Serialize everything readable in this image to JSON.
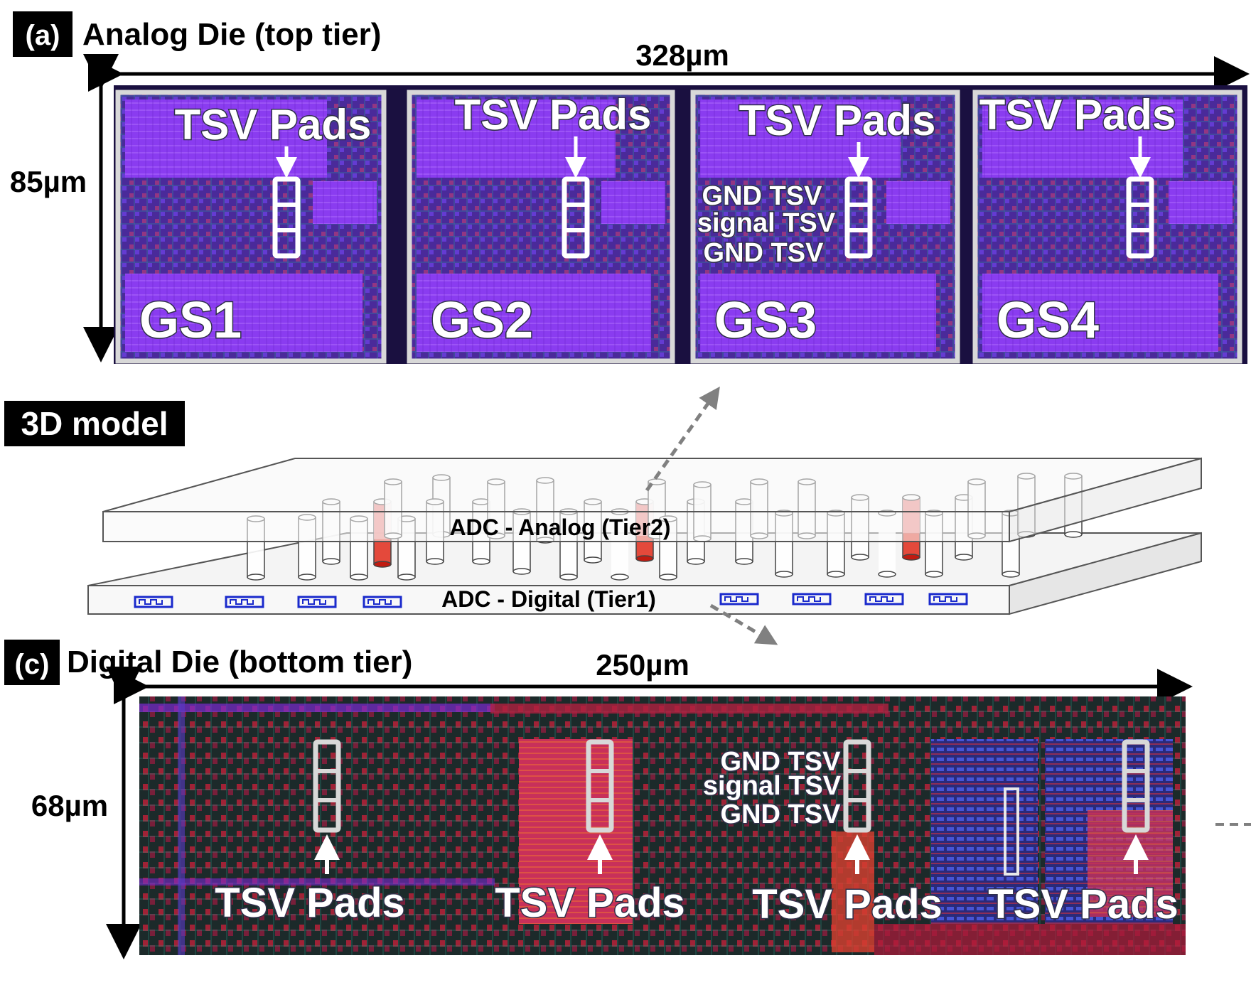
{
  "colors": {
    "analog_bg": "#5a2ea8",
    "analog_metal": "#8a3cf0",
    "digital_bg": "#1c2a2a",
    "digital_red": "#c0203a",
    "digital_blue": "#3a4cd0",
    "tsv_red": "#e02a1a",
    "tag_bg": "#000000",
    "arrow_gray": "#808080"
  },
  "panel_a": {
    "tag": "(a)",
    "title": "Analog Die (top tier)",
    "width_label": "328µm",
    "height_label": "85µm",
    "blocks": [
      {
        "name": "GS1",
        "pads_label": "TSV Pads"
      },
      {
        "name": "GS2",
        "pads_label": "TSV Pads"
      },
      {
        "name": "GS3",
        "pads_label": "TSV Pads"
      },
      {
        "name": "GS4",
        "pads_label": "TSV Pads"
      }
    ],
    "tsv_labels": [
      "GND TSV",
      "signal TSV",
      "GND TSV"
    ]
  },
  "panel_b": {
    "tag": "3D model",
    "top_tier_label": "ADC - Analog (Tier2)",
    "bottom_tier_label": "ADC - Digital (Tier1)"
  },
  "panel_c": {
    "tag": "(c)",
    "title": "Digital Die (bottom tier)",
    "width_label": "250µm",
    "height_label": "68µm",
    "pads_labels": [
      "TSV Pads",
      "TSV Pads",
      "TSV Pads",
      "TSV Pads"
    ],
    "tsv_labels": [
      "GND TSV",
      "signal TSV",
      "GND TSV"
    ]
  }
}
